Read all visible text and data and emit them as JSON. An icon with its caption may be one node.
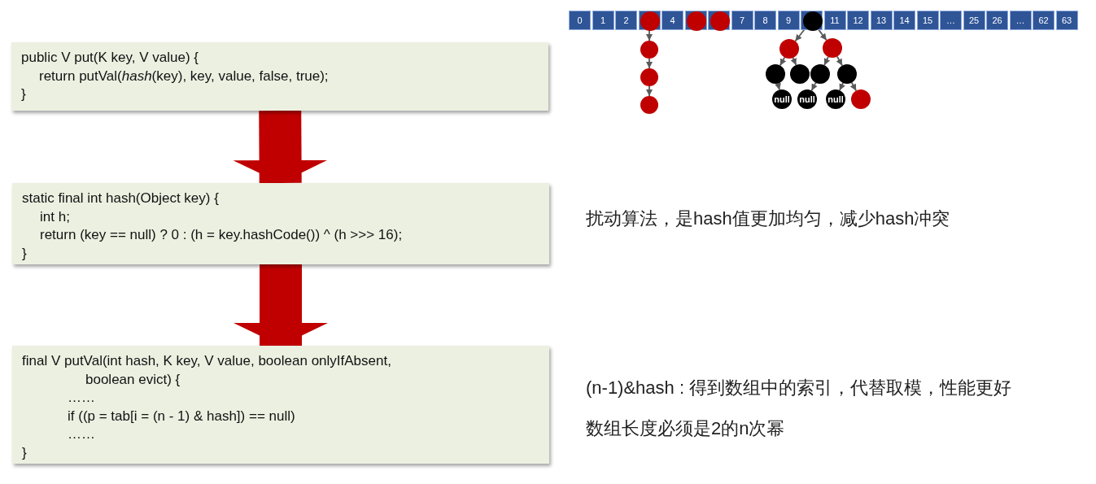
{
  "diagram": {
    "nodes": [
      {
        "text": [
          "public V put(K key, V value) {",
          "return putVal(*hash*(key), key, value, false, true);",
          "}"
        ]
      },
      {
        "text": [
          "static final int hash(Object key) {",
          "int h;",
          "return (key == null) ? 0 : (h = key.hashCode()) ^ (h >>> 16);",
          "}"
        ]
      },
      {
        "text": [
          "final V putVal(int hash, K key, V value, boolean onlyIfAbsent,",
          "boolean evict) {",
          "……",
          "if ((p = tab[i = (n - 1) & hash]) == null)",
          "……",
          "}"
        ]
      },
      {
        "text": [
          "0"
        ]
      },
      {
        "text": [
          "1"
        ]
      },
      {
        "text": [
          "2"
        ]
      },
      {
        "text": [],
        "shape": "box"
      },
      {
        "text": [],
        "shape": "circle",
        "in": 6
      },
      {
        "text": [
          "4"
        ]
      },
      {
        "text": [],
        "shape": "box"
      },
      {
        "text": [],
        "shape": "circle",
        "in": 9
      },
      {
        "text": [],
        "shape": "box"
      },
      {
        "text": [],
        "shape": "circle",
        "in": 11
      },
      {
        "text": [
          "7"
        ]
      },
      {
        "text": [
          "8"
        ]
      },
      {
        "text": [
          "9"
        ]
      },
      {
        "text": [],
        "shape": "box"
      },
      {
        "text": [],
        "shape": "circle",
        "in": 16
      },
      {
        "text": [
          "11"
        ]
      },
      {
        "text": [
          "12"
        ]
      },
      {
        "text": [
          "13"
        ]
      },
      {
        "text": [
          "14"
        ]
      },
      {
        "text": [
          "15"
        ]
      },
      {
        "text": [
          "…"
        ]
      },
      {
        "text": [
          "25"
        ]
      },
      {
        "text": [
          "26"
        ]
      },
      {
        "text": [
          "…"
        ]
      },
      {
        "text": [
          "62"
        ]
      },
      {
        "text": [
          "63"
        ]
      },
      {
        "text": [],
        "shape": "circle"
      },
      {
        "text": [],
        "shape": "circle"
      },
      {
        "text": [],
        "shape": "circle"
      },
      {
        "text": [],
        "shape": "circle"
      },
      {
        "text": [],
        "shape": "circle"
      },
      {
        "text": [],
        "shape": "circle"
      },
      {
        "text": [],
        "shape": "circle"
      },
      {
        "text": [],
        "shape": "circle"
      },
      {
        "text": [],
        "shape": "circle"
      },
      {
        "text": [
          "null"
        ]
      },
      {
        "text": [
          "null"
        ]
      },
      {
        "text": [
          "null"
        ]
      },
      {
        "text": [],
        "shape": "circle"
      }
    ],
    "edges": [
      {
        "from": 0,
        "to": 1,
        "arrow": "to",
        "style": "thick",
        "color": "#c00000"
      },
      {
        "from": 1,
        "to": 2,
        "arrow": "to",
        "style": "thick",
        "color": "#c00000"
      },
      {
        "from": 7,
        "to": 29,
        "arrow": "to"
      },
      {
        "from": 29,
        "to": 30,
        "arrow": "to"
      },
      {
        "from": 30,
        "to": 31,
        "arrow": "to"
      },
      {
        "from": 17,
        "to": 32,
        "arrow": "to"
      },
      {
        "from": 17,
        "to": 33,
        "arrow": "to"
      },
      {
        "from": 32,
        "to": 34,
        "arrow": "to"
      },
      {
        "from": 32,
        "to": 35,
        "arrow": "to"
      },
      {
        "from": 33,
        "to": 36,
        "arrow": "to"
      },
      {
        "from": 33,
        "to": 37,
        "arrow": "to"
      },
      {
        "from": 34,
        "to": 38,
        "arrow": "to"
      },
      {
        "from": 36,
        "to": 39,
        "arrow": "to"
      },
      {
        "from": 37,
        "to": 40,
        "arrow": "to"
      },
      {
        "from": 37,
        "to": 41,
        "arrow": "to"
      }
    ],
    "labels": [
      "扰动算法，是hash值更加均匀，减少hash冲突",
      "(n-1)&hash : 得到数组中的索引，代替取模，性能更好",
      "数组长度必须是2的n次幂"
    ]
  }
}
